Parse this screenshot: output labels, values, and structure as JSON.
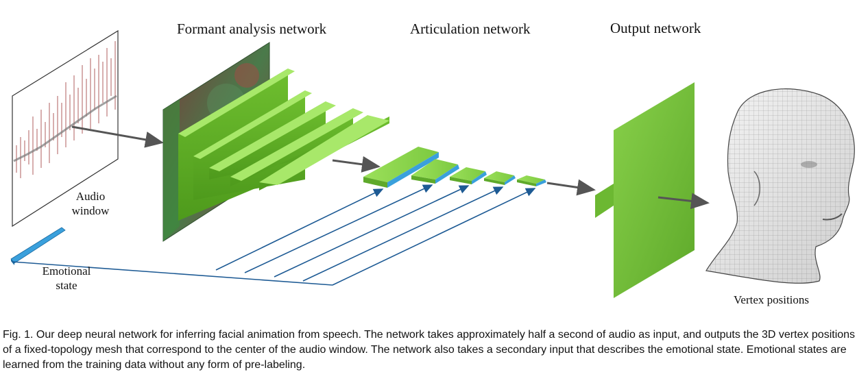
{
  "figure": {
    "headers": {
      "formant": "Formant analysis network",
      "articulation": "Articulation network",
      "output": "Output network"
    },
    "labels": {
      "audio_line1": "Audio",
      "audio_line2": "window",
      "emotion_line1": "Emotional",
      "emotion_line2": "state",
      "vertex": "Vertex positions"
    },
    "colors": {
      "layer_green": "#7ac943",
      "layer_green_dark": "#4f9a1e",
      "emotion_blue": "#3aa0dc",
      "arrow_gray": "#555555",
      "link_blue": "#1d5a94",
      "waveform_red": "#a24040"
    }
  },
  "caption": {
    "text": "Fig. 1.  Our deep neural network for inferring facial animation from speech. The network takes approximately half a second of audio as input, and outputs the 3D vertex positions of a fixed-topology mesh that correspond to the center of the audio window. The network also takes a secondary input that describes the emotional state. Emotional states are learned from the training data without any form of pre-labeling."
  }
}
